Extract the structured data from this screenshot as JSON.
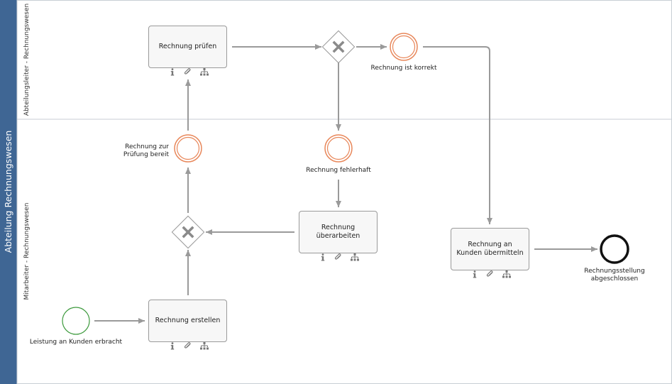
{
  "pool": {
    "title": "Abteilung Rechnungswesen"
  },
  "lanes": [
    {
      "name": "Abteilungsleiter - Rechnungswesen"
    },
    {
      "name": "Mitarbeiter - Rechnungswesen"
    }
  ],
  "tasks": {
    "pruefen": "Rechnung prüfen",
    "erstellen": "Rechnung erstellen",
    "ueberarbeiten": "Rechnung überarbeiten",
    "uebermitteln": "Rechnung an Kunden übermitteln"
  },
  "events": {
    "start": "Leistung an Kunden erbracht",
    "zur_pruefung": "Rechnung zur Prüfung bereit",
    "fehlerhaft": "Rechnung fehlerhaft",
    "korrekt": "Rechnung ist korrekt",
    "end": "Rechnungsstellung abgeschlossen"
  },
  "icons": [
    "info-icon",
    "attachment-icon",
    "hierarchy-icon"
  ],
  "colors": {
    "pool_header": "#3f6694",
    "intermediate_event": "#e8875a",
    "start_event": "#3d9a3d",
    "end_event": "#111111",
    "sequence_flow": "#9a9a9a",
    "gateway_marker": "#8a8a8a"
  }
}
